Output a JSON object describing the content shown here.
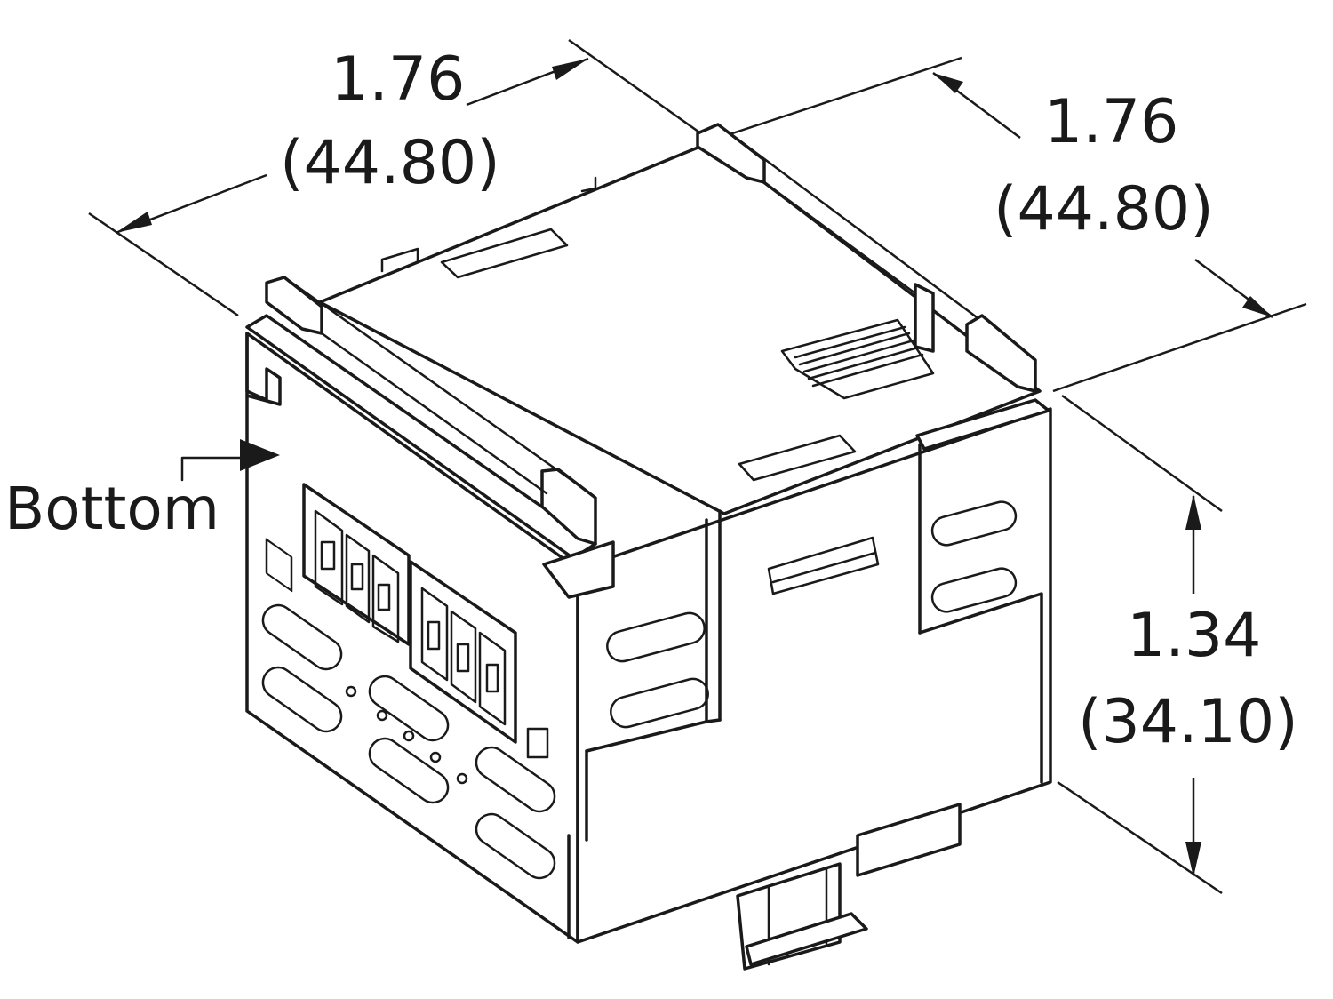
{
  "dimensions": {
    "width_in": "1.76",
    "width_mm": "(44.80)",
    "depth_in": "1.76",
    "depth_mm": "(44.80)",
    "height_in": "1.34",
    "height_mm": "(34.10)"
  },
  "callout": {
    "bottom_label": "Bottom"
  }
}
